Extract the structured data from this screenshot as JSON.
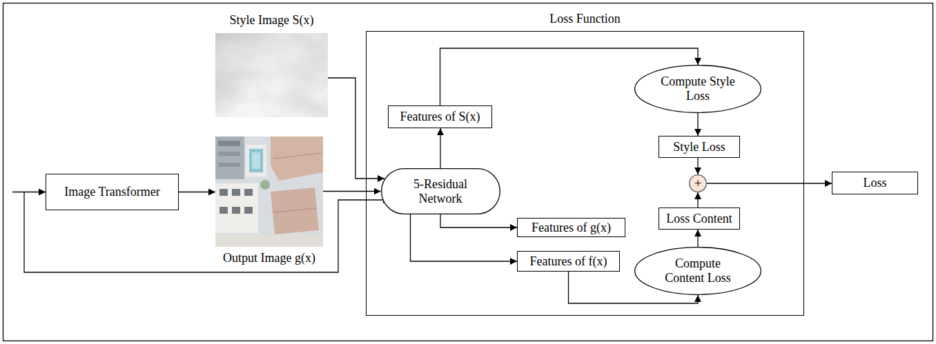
{
  "diagram": {
    "nodes": [
      {
        "text": [
          "Style Image S(x)"
        ]
      },
      {
        "text": [
          "Loss Function"
        ]
      },
      {
        "text": [
          "Image Transformer"
        ]
      },
      {
        "text": [
          "Output Image g(x)"
        ]
      },
      {
        "text": [
          "Features of S(x)"
        ],
        "in": 1
      },
      {
        "text": [
          "5-Residual Network"
        ],
        "in": 1
      },
      {
        "text": [
          "Features of g(x)"
        ],
        "in": 1
      },
      {
        "text": [
          "Features of f(x)"
        ],
        "in": 1
      },
      {
        "text": [
          "Compute Style Loss"
        ],
        "in": 1
      },
      {
        "text": [
          "Style Loss"
        ],
        "in": 1
      },
      {
        "text": [
          "+"
        ],
        "in": 1
      },
      {
        "text": [
          "Loss Content"
        ],
        "in": 1
      },
      {
        "text": [
          "Compute Content Loss"
        ],
        "in": 1
      },
      {
        "text": [
          "Loss"
        ]
      }
    ],
    "edges": [
      {
        "from": 0,
        "to": 5,
        "arrow": "to"
      },
      {
        "from": 2,
        "to": 3,
        "arrow": "to"
      },
      {
        "from": 3,
        "to": 5,
        "arrow": "to"
      },
      {
        "from": 5,
        "to": 4,
        "arrow": "to"
      },
      {
        "from": 4,
        "to": 8,
        "arrow": "to"
      },
      {
        "from": 5,
        "to": 6,
        "arrow": "to"
      },
      {
        "from": 5,
        "to": 7,
        "arrow": "to"
      },
      {
        "from": 7,
        "to": 12,
        "arrow": "to"
      },
      {
        "from": 8,
        "to": 9,
        "arrow": "to"
      },
      {
        "from": 9,
        "to": 10,
        "arrow": "to"
      },
      {
        "from": 12,
        "to": 11,
        "arrow": "to"
      },
      {
        "from": 11,
        "to": 10,
        "arrow": "to"
      },
      {
        "from": 10,
        "to": 13,
        "arrow": "to"
      }
    ]
  }
}
